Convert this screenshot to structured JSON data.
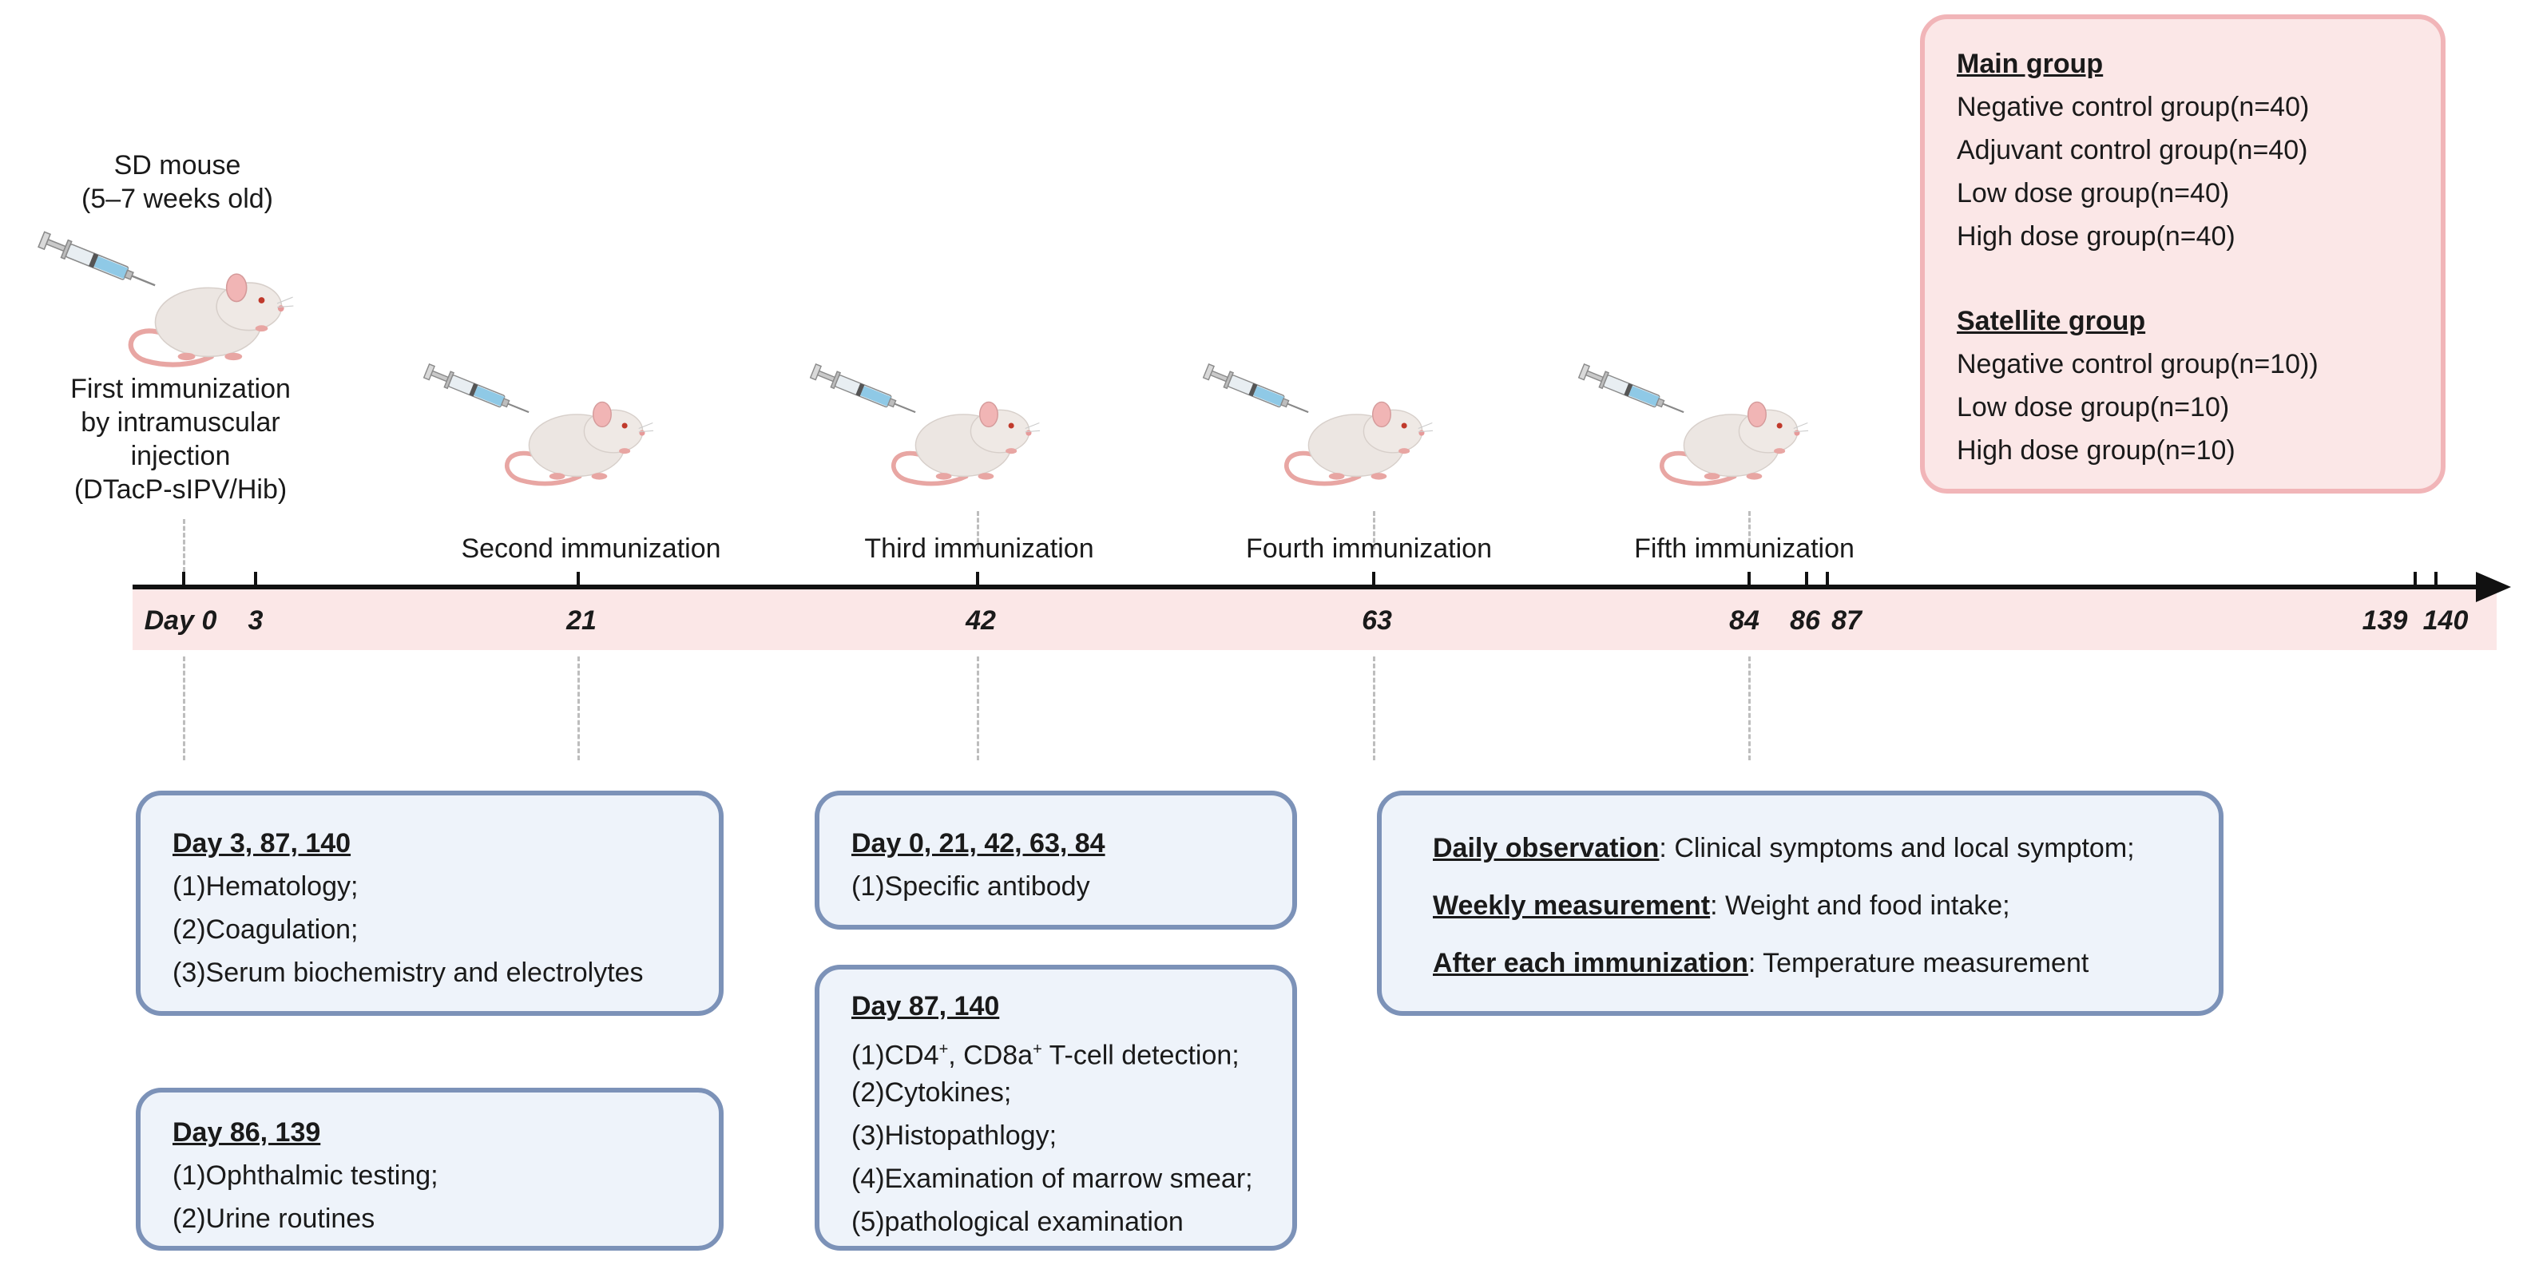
{
  "start": {
    "species": "SD  mouse",
    "age": "(5–7 weeks old)",
    "first_immunization": [
      "First immunization",
      "by intramuscular",
      "injection",
      "(DTacP-sIPV/Hib)"
    ]
  },
  "immunizations": [
    "Second immunization",
    "Third immunization",
    "Fourth immunization",
    "Fifth immunization"
  ],
  "timeline": {
    "ticks": [
      "Day 0",
      "3",
      "21",
      "42",
      "63",
      "84",
      "86",
      "87",
      "139",
      "140"
    ]
  },
  "groups": {
    "main_title": "Main group",
    "main": [
      "Negative control group(n=40)",
      "Adjuvant control group(n=40)",
      "Low dose group(n=40)",
      "High dose group(n=40)"
    ],
    "satellite_title": "Satellite group",
    "satellite": [
      "Negative control group(n=10))",
      "Low dose group(n=10)",
      "High dose group(n=10)"
    ]
  },
  "boxes": {
    "day3": {
      "title": "Day 3, 87, 140",
      "items": [
        "(1)Hematology;",
        "(2)Coagulation;",
        "(3)Serum biochemistry and electrolytes"
      ]
    },
    "day86": {
      "title": "Day 86, 139",
      "items": [
        "(1)Ophthalmic testing;",
        "(2)Urine routines"
      ]
    },
    "day0": {
      "title": "Day 0, 21, 42, 63, 84",
      "items": [
        "(1)Specific antibody"
      ]
    },
    "day87": {
      "title": "Day 87, 140",
      "item1_pre": "(1)CD4",
      "item1_sup1": "+",
      "item1_mid": ", CD8a",
      "item1_sup2": "+",
      "item1_post": " T-cell detection;",
      "items": [
        "(2)Cytokines;",
        "(3)Histopathlogy;",
        "(4)Examination of marrow smear;",
        "(5)pathological examination"
      ]
    },
    "observation": {
      "daily_label": "Daily observation",
      "daily_text": ": Clinical symptoms and local symptom;",
      "weekly_label": "Weekly measurement",
      "weekly_text": ": Weight and food intake;",
      "after_label": "After each immunization",
      "after_text": ": Temperature measurement"
    }
  },
  "colors": {
    "band": "#fbe7e7",
    "box_fill": "#eef3fa",
    "box_border": "#7c92b8",
    "group_border": "#f1b5b8"
  }
}
